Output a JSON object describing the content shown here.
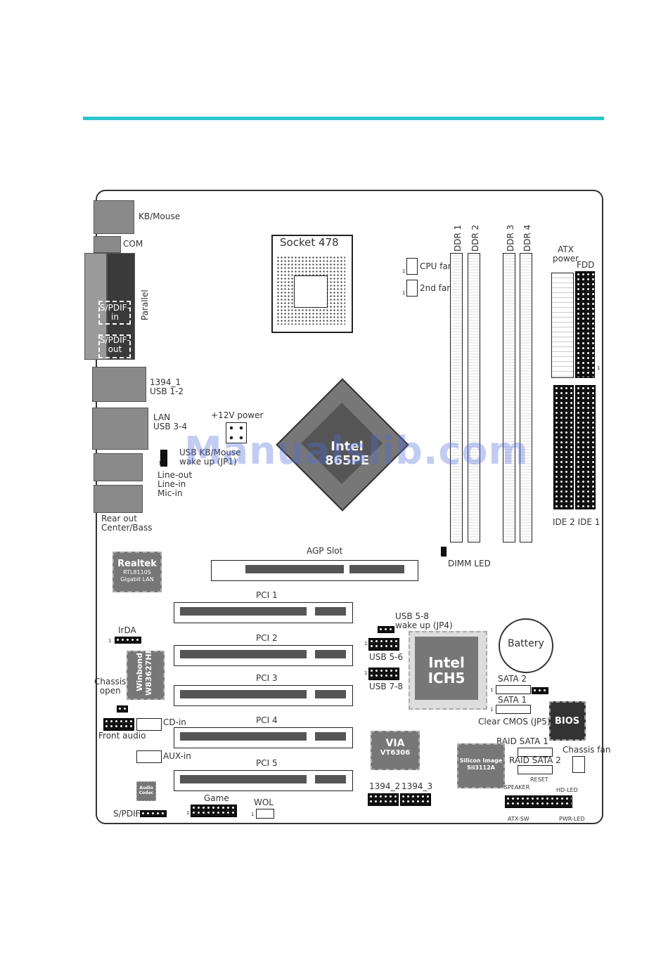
{
  "labels": {
    "kb_mouse": "KB/Mouse",
    "com": "COM",
    "parallel": "Parallel",
    "spdif_in": "S/PDIF-\nin",
    "spdif_out": "S/PDIF-\nout",
    "usb_1394": "1394_1\nUSB 1-2",
    "lan": "LAN\nUSB 3-4",
    "usb_kb_wake": "USB KB/Mouse\nwake up (JP1)",
    "audio_jacks": "Line-out\nLine-in\nMic-in",
    "rear_out": "Rear out\nCenter/Bass",
    "power_12v": "+12V power",
    "socket": "Socket 478",
    "cpu_fan": "CPU fan",
    "second_fan": "2nd fan",
    "ddr1": "DDR 1",
    "ddr2": "DDR 2",
    "ddr3": "DDR 3",
    "ddr4": "DDR 4",
    "atx_power": "ATX\npower",
    "fdd": "FDD",
    "northbridge": "Intel\n865PE",
    "ide": "IDE 2  IDE 1",
    "dimm_led": "DIMM LED",
    "agp": "AGP Slot",
    "realtek": "Realtek",
    "realtek_sub": "RTL8110S\nGigabit LAN",
    "pci1": "PCI 1",
    "pci2": "PCI 2",
    "pci3": "PCI 3",
    "pci4": "PCI 4",
    "pci5": "PCI 5",
    "irda": "IrDA",
    "winbond": "Winbond\nW83627HF",
    "chassis_open": "Chassis\nopen",
    "front_audio": "Front audio",
    "cd_in": "CD-in",
    "aux_in": "AUX-in",
    "audio_codec": "Audio\nCodec",
    "spdif": "S/PDIF",
    "game": "Game",
    "wol": "WOL",
    "usb58_wake": "USB 5-8\nwake up (JP4)",
    "usb56": "USB 5-6",
    "usb78": "USB 7-8",
    "ich5": "Intel\nICH5",
    "battery": "Battery",
    "sata2": "SATA 2",
    "sata1": "SATA 1",
    "clear_cmos": "Clear CMOS (JP5)",
    "bios": "BIOS",
    "via": "VIA",
    "via_sub": "VT6306",
    "raid_sata1": "RAID SATA 1",
    "raid_sata2": "RAID SATA 2",
    "chassis_fan": "Chassis fan",
    "silicon_image": "Silicon Image\nSil3112A",
    "ieee1394_2": "1394_2",
    "ieee1394_3": "1394_3",
    "speaker": "SPEAKER",
    "reset": "RESET",
    "hd_led": "HD-LED",
    "atx_sw": "ATX-SW",
    "pwr_led": "PWR-LED",
    "pin1": "1"
  },
  "watermark": "Manualslib.com",
  "colors": {
    "accent_rule": "#2ec4cc",
    "chip": "#777777",
    "header": "#111111"
  }
}
